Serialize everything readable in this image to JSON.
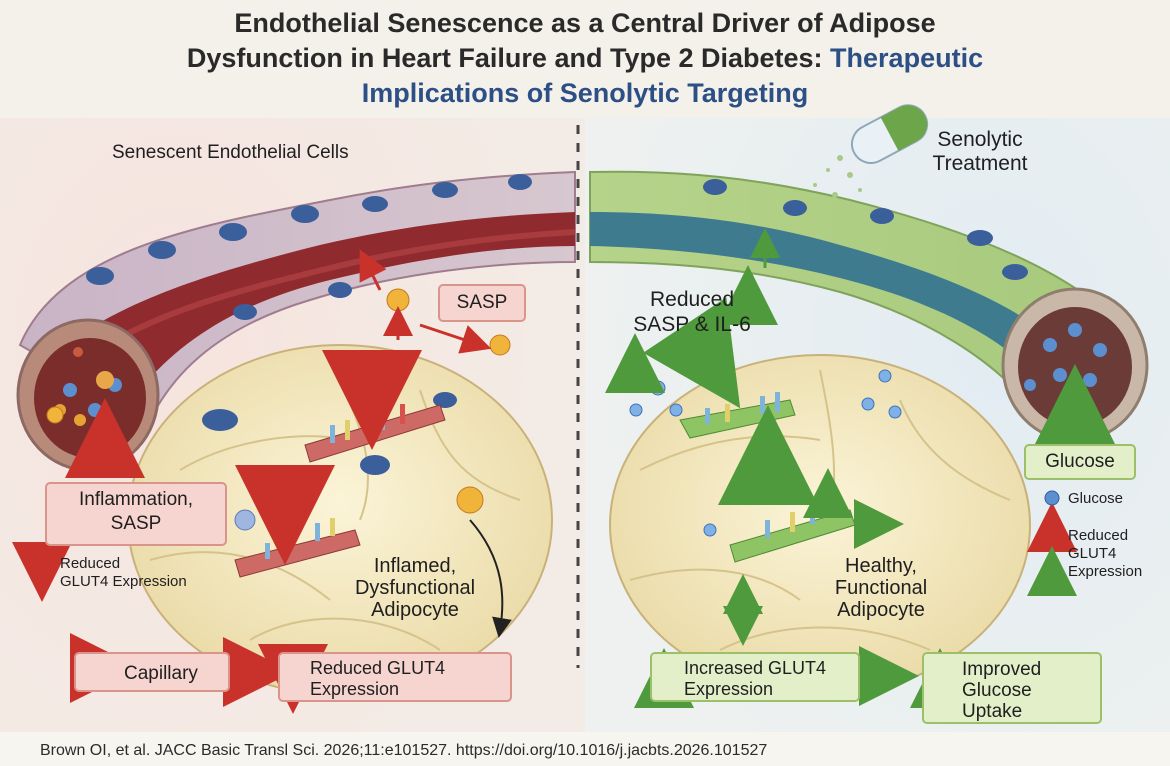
{
  "title": {
    "line1": "Endothelial Senescence as a Central Driver of Adipose",
    "line2_dark": "Dysfunction in Heart Failure and Type 2 Diabetes:",
    "line2_blue": "Therapeutic",
    "line3_blue": "Implications of Senolytic Targeting"
  },
  "left": {
    "header": "Senescent Endothelial Cells",
    "sasp_box": "SASP",
    "inflammation_box_line1": "Inflammation,",
    "inflammation_box_line2": "SASP",
    "legend_line1": "Reduced",
    "legend_line2": "GLUT4 Expression",
    "cell_label_line1": "Inflamed,",
    "cell_label_line2": "Dysfunctional",
    "cell_label_line3": "Adipocyte",
    "capillary_box": "Capillary",
    "reduced_box_line1": "Reduced GLUT4",
    "reduced_box_line2": "Expression"
  },
  "right": {
    "treatment_line1": "Senolytic",
    "treatment_line2": "Treatment",
    "reduced_sasp_line1": "Reduced",
    "reduced_sasp_line2": "SASP & IL-6",
    "glucose_box": "Glucose",
    "legend_glucose": "Glucose",
    "legend_line1": "Reduced",
    "legend_line2": "GLUT4",
    "legend_line3": "Expression",
    "cell_label_line1": "Healthy,",
    "cell_label_line2": "Functional",
    "cell_label_line3": "Adipocyte",
    "increased_box_line1": "Increased GLUT4",
    "increased_box_line2": "Expression",
    "improved_box_line1": "Improved",
    "improved_box_line2": "Glucose",
    "improved_box_line3": "Uptake"
  },
  "citation": "Brown OI, et al. JACC Basic Transl Sci. 2026;11:e101527. https://doi.org/10.1016/j.jacbts.2026.101527",
  "colors": {
    "red_arrow": "#c9322a",
    "green_arrow": "#4f9a3c",
    "red_box": "#f6d4cf",
    "green_box": "#e3efc9",
    "title_blue": "#2c4f86",
    "glucose_blue": "#4a86d1"
  }
}
